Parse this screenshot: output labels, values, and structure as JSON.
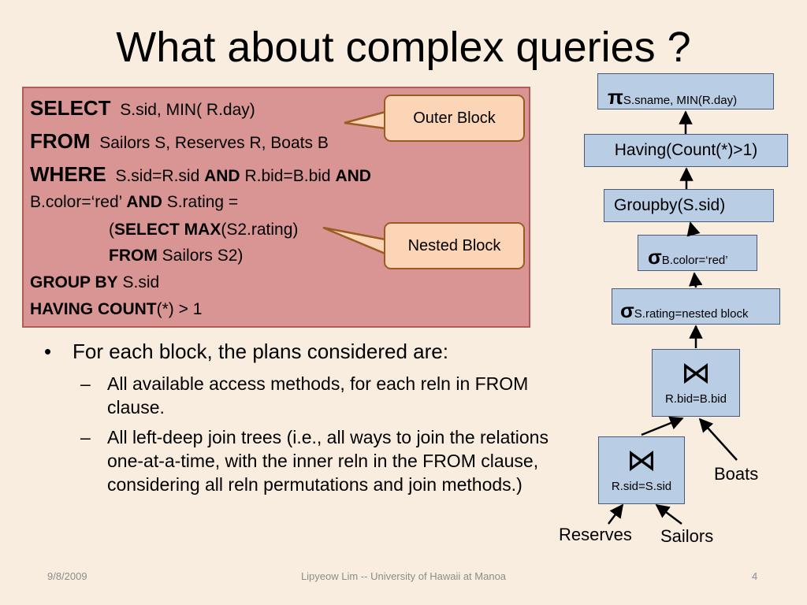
{
  "slide": {
    "title": "What about complex queries ?"
  },
  "sql": {
    "select_kw": "SELECT",
    "select_rest": "S.sid, MIN( R.day)",
    "from_kw": "FROM",
    "from_rest": "Sailors S, Reserves R, Boats B",
    "where_kw": "WHERE",
    "where_a": "S.sid=R.sid",
    "and_kw": "AND",
    "where_b": "R.bid=B.bid",
    "where_c": "B.color=‘red’",
    "where_d": "S.rating =",
    "nested_open": "(",
    "nested_select_kw": "SELECT MAX",
    "nested_select_rest": "(S2.rating)",
    "nested_from_kw": "FROM",
    "nested_from_rest": "Sailors S2)",
    "group_kw": "GROUP BY",
    "group_rest": "S.sid",
    "having_kw": "HAVING COUNT",
    "having_rest": "(*) > 1"
  },
  "callouts": {
    "outer": "Outer Block",
    "nested": "Nested Block"
  },
  "bullets": {
    "main": "For each block, the plans considered are:",
    "sub1": "All available access methods, for each reln in FROM clause.",
    "sub2": "All left-deep join trees (i.e., all ways to join the relations one-at-a-time, with the inner reln in the FROM clause, considering all reln permutations and join methods.)",
    "dot_glyph": "•",
    "dash_glyph": "–"
  },
  "tree": {
    "pi_symbol": "π",
    "projection": "S.sname, MIN(R.day)",
    "having": "Having(Count(*)>1)",
    "groupby": "Groupby(S.sid)",
    "sigma_symbol": "σ",
    "select_color": "B.color=‘red’",
    "select_rating": "S.rating=nested block",
    "join_symbol": "⋈",
    "join1": "R.bid=B.bid",
    "join2": "R.sid=S.sid",
    "leaf_boats": "Boats",
    "leaf_reserves": "Reserves",
    "leaf_sailors": "Sailors"
  },
  "footer": {
    "date": "9/8/2009",
    "author": "Lipyeow Lim -- University of Hawaii at Manoa",
    "page": "4"
  },
  "colors": {
    "background": "#f9eddf",
    "sql_box": "#d99593",
    "callout": "#fbd5b5",
    "tree_node": "#b9cde5"
  }
}
